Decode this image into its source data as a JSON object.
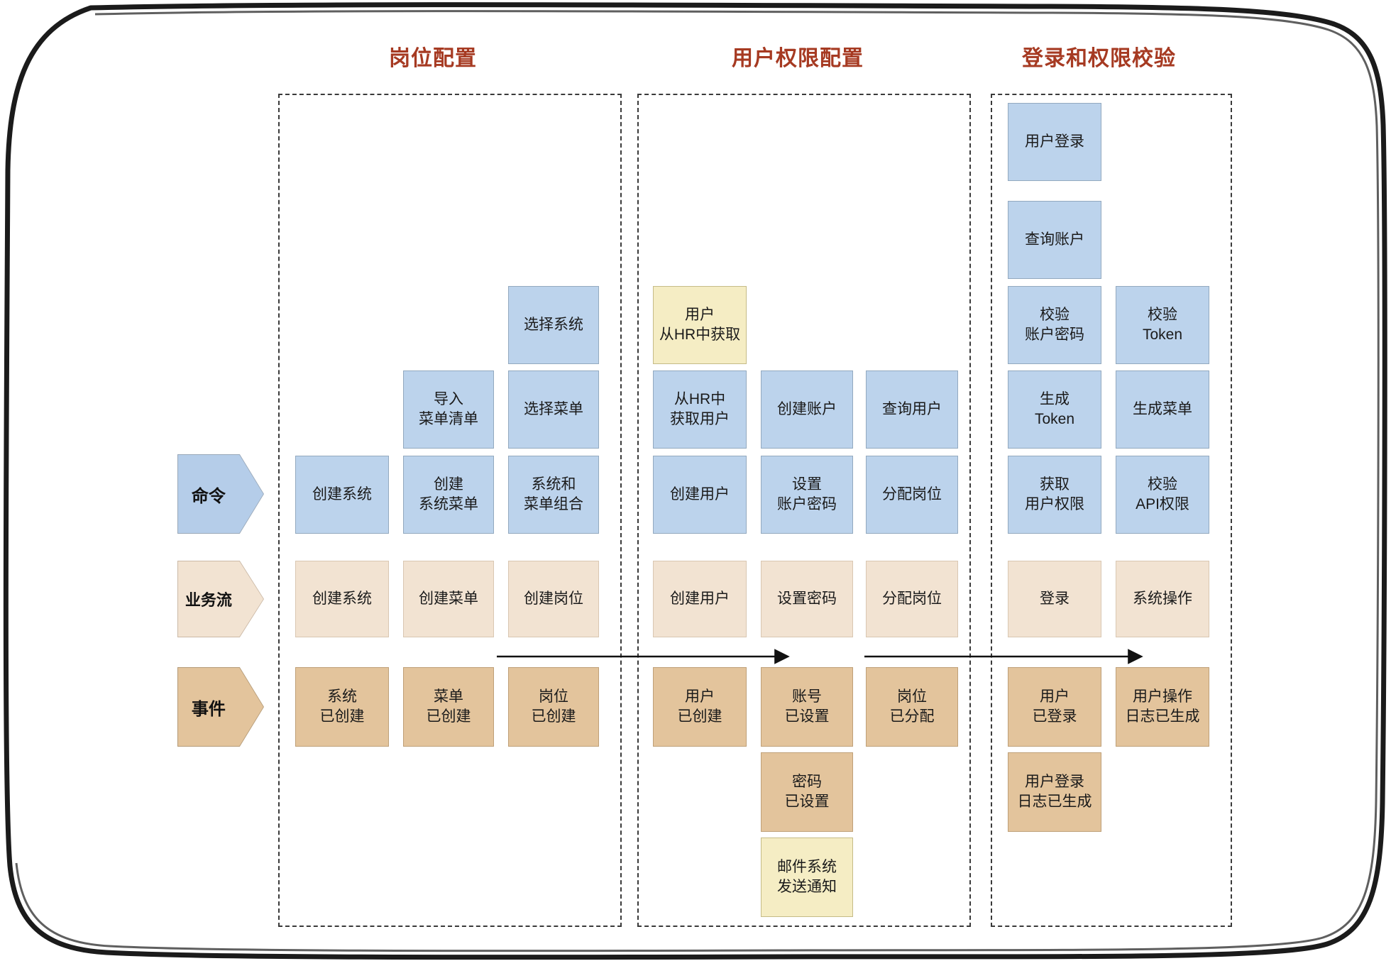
{
  "diagram": {
    "title_color": "#A63A22",
    "groups": [
      {
        "id": "g1",
        "label": "岗位配置"
      },
      {
        "id": "g2",
        "label": "用户权限配置"
      },
      {
        "id": "g3",
        "label": "登录和权限校验"
      }
    ],
    "row_labels": [
      {
        "id": "command",
        "label": "命令",
        "color": "#B5CDE9"
      },
      {
        "id": "business",
        "label": "业务流",
        "color": "#F2E3D2"
      },
      {
        "id": "event",
        "label": "事件",
        "color": "#E3C49C"
      }
    ],
    "legend_colors": {
      "command": "#BCD3EC",
      "policy": "#F5EDC4",
      "business_flow": "#F2E3D2",
      "event": "#E3C49C",
      "header_text": "#A63A22",
      "lane_border": "#3a3a3a"
    },
    "cards": {
      "g1_commands": [
        {
          "text": "创建系统",
          "kind": "cmd",
          "col": 0,
          "stack": 0
        },
        {
          "text": "创建\n系统菜单",
          "kind": "cmd",
          "col": 1,
          "stack": 0
        },
        {
          "text": "导入\n菜单清单",
          "kind": "cmd",
          "col": 1,
          "stack": 1
        },
        {
          "text": "系统和\n菜单组合",
          "kind": "cmd",
          "col": 2,
          "stack": 0
        },
        {
          "text": "选择菜单",
          "kind": "cmd",
          "col": 2,
          "stack": 1
        },
        {
          "text": "选择系统",
          "kind": "cmd",
          "col": 2,
          "stack": 2
        }
      ],
      "g1_flows": [
        {
          "text": "创建系统",
          "kind": "flow",
          "col": 0
        },
        {
          "text": "创建菜单",
          "kind": "flow",
          "col": 1
        },
        {
          "text": "创建岗位",
          "kind": "flow",
          "col": 2
        }
      ],
      "g1_events": [
        {
          "text": "系统\n已创建",
          "kind": "event",
          "col": 0,
          "stack": 0
        },
        {
          "text": "菜单\n已创建",
          "kind": "event",
          "col": 1,
          "stack": 0
        },
        {
          "text": "岗位\n已创建",
          "kind": "event",
          "col": 2,
          "stack": 0
        }
      ],
      "g2_commands": [
        {
          "text": "创建用户",
          "kind": "cmd",
          "col": 0,
          "stack": 0
        },
        {
          "text": "从HR中\n获取用户",
          "kind": "cmd",
          "col": 0,
          "stack": 1
        },
        {
          "text": "用户\n从HR中获取",
          "kind": "policy",
          "col": 0,
          "stack": 2
        },
        {
          "text": "设置\n账户密码",
          "kind": "cmd",
          "col": 1,
          "stack": 0
        },
        {
          "text": "创建账户",
          "kind": "cmd",
          "col": 1,
          "stack": 1
        },
        {
          "text": "分配岗位",
          "kind": "cmd",
          "col": 2,
          "stack": 0
        },
        {
          "text": "查询用户",
          "kind": "cmd",
          "col": 2,
          "stack": 1
        }
      ],
      "g2_flows": [
        {
          "text": "创建用户",
          "kind": "flow",
          "col": 0
        },
        {
          "text": "设置密码",
          "kind": "flow",
          "col": 1
        },
        {
          "text": "分配岗位",
          "kind": "flow",
          "col": 2
        }
      ],
      "g2_events": [
        {
          "text": "用户\n已创建",
          "kind": "event",
          "col": 0,
          "stack": 0
        },
        {
          "text": "账号\n已设置",
          "kind": "event",
          "col": 1,
          "stack": 0
        },
        {
          "text": "密码\n已设置",
          "kind": "event",
          "col": 1,
          "stack": 1
        },
        {
          "text": "邮件系统\n发送通知",
          "kind": "event-pol",
          "col": 1,
          "stack": 2
        },
        {
          "text": "岗位\n已分配",
          "kind": "event",
          "col": 2,
          "stack": 0
        }
      ],
      "g3_commands": [
        {
          "text": "获取\n用户权限",
          "kind": "cmd",
          "col": 0,
          "stack": 0
        },
        {
          "text": "生成\nToken",
          "kind": "cmd",
          "col": 0,
          "stack": 1
        },
        {
          "text": "校验\n账户密码",
          "kind": "cmd",
          "col": 0,
          "stack": 2
        },
        {
          "text": "查询账户",
          "kind": "cmd",
          "col": 0,
          "stack": 3
        },
        {
          "text": "用户登录",
          "kind": "cmd",
          "col": 0,
          "stack": 4
        },
        {
          "text": "校验\nAPI权限",
          "kind": "cmd",
          "col": 1,
          "stack": 0
        },
        {
          "text": "生成菜单",
          "kind": "cmd",
          "col": 1,
          "stack": 1
        },
        {
          "text": "校验\nToken",
          "kind": "cmd",
          "col": 1,
          "stack": 2
        }
      ],
      "g3_flows": [
        {
          "text": "登录",
          "kind": "flow",
          "col": 0
        },
        {
          "text": "系统操作",
          "kind": "flow",
          "col": 1
        }
      ],
      "g3_events": [
        {
          "text": "用户\n已登录",
          "kind": "event",
          "col": 0,
          "stack": 0
        },
        {
          "text": "用户登录\n日志已生成",
          "kind": "event",
          "col": 0,
          "stack": 1
        },
        {
          "text": "用户操作\n日志已生成",
          "kind": "event",
          "col": 1,
          "stack": 0
        }
      ]
    },
    "arrows": [
      {
        "id": "timeline-arrow-1"
      },
      {
        "id": "timeline-arrow-2"
      }
    ]
  }
}
